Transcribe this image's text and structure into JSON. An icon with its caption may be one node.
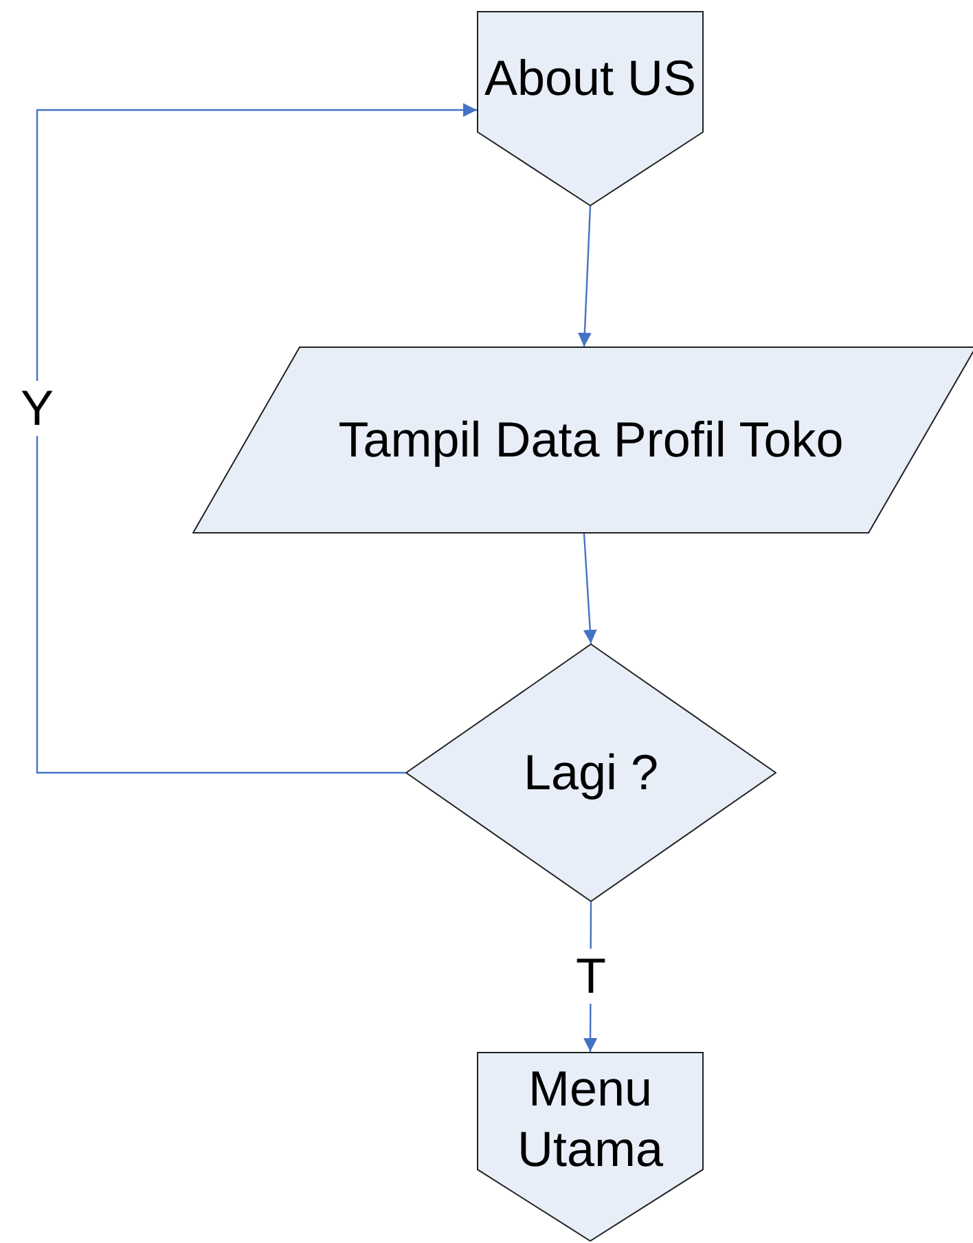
{
  "diagram": {
    "nodes": [
      {
        "text": [
          "About US"
        ]
      },
      {
        "text": [
          "Tampil Data Profil Toko"
        ]
      },
      {
        "text": [
          "Lagi ?"
        ]
      },
      {
        "text": [
          "Menu Utama"
        ]
      }
    ],
    "edges": [
      {
        "from": 0,
        "to": 1,
        "arrow": "to"
      },
      {
        "from": 1,
        "to": 2,
        "arrow": "to"
      },
      {
        "from": 2,
        "to": 3,
        "arrow": "to",
        "label": "T"
      },
      {
        "from": 2,
        "to": 0,
        "arrow": "to",
        "label": "Y"
      }
    ]
  }
}
